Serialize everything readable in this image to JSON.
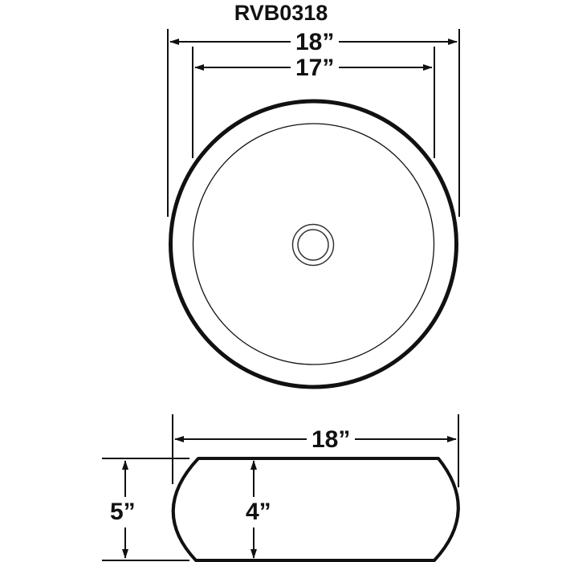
{
  "title": "RVB0318",
  "top_view": {
    "outer_width_label": "18”",
    "inner_width_label": "17”",
    "drain_icon": "drain-icon"
  },
  "side_view": {
    "width_label": "18”",
    "total_height_label": "5”",
    "basin_depth_label": "4”"
  },
  "colors": {
    "line": "#111111",
    "background": "#ffffff"
  }
}
